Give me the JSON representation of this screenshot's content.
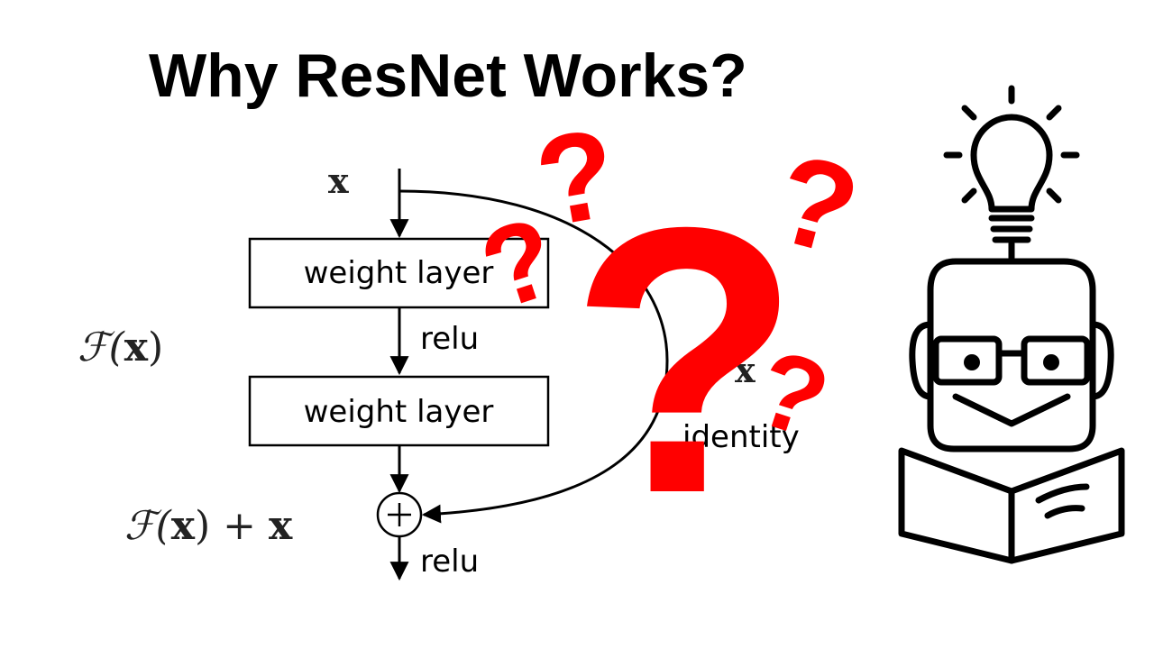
{
  "title": "Why ResNet Works?",
  "diagram": {
    "input_label": "x",
    "block1_label": "weight layer",
    "block2_label": "weight layer",
    "relu_mid": "relu",
    "relu_out": "relu",
    "fx_prefix": "ℱ(",
    "fx_x": "x",
    "fx_close": ")",
    "sum_prefix": "ℱ(",
    "sum_x1": "x",
    "sum_plus": ") + ",
    "sum_x2": "x",
    "shortcut_x": "x",
    "identity_label": "identity",
    "plus_symbol": "+"
  },
  "overlay": {
    "question_mark": "?",
    "color": "#ff0000"
  },
  "illustration": {
    "icon": "reader-with-lightbulb-icon"
  }
}
